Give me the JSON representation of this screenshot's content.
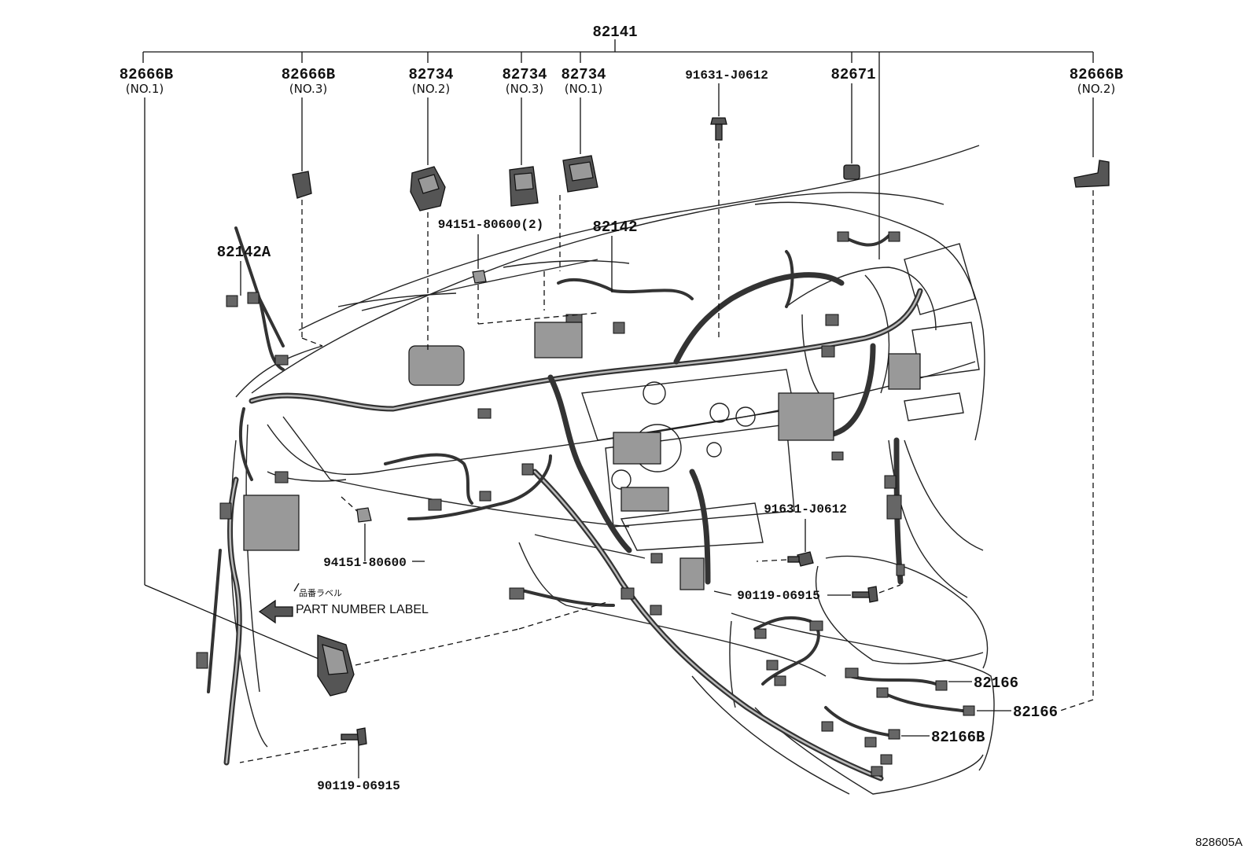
{
  "labels": {
    "main_harness": "82141",
    "p82666b_no1": {
      "num": "82666B",
      "sub": "(NO.1)"
    },
    "p82666b_no3": {
      "num": "82666B",
      "sub": "(NO.3)"
    },
    "p82734_no2": {
      "num": "82734",
      "sub": "(NO.2)"
    },
    "p82734_no3": {
      "num": "82734",
      "sub": "(NO.3)"
    },
    "p82734_no1": {
      "num": "82734",
      "sub": "(NO.1)"
    },
    "bolt_91631_top": "91631-J0612",
    "p82671": "82671",
    "p82666b_no2": {
      "num": "82666B",
      "sub": "(NO.2)"
    },
    "nut_94151_x2": "94151-80600(2)",
    "p82142": "82142",
    "p82142a": "82142A",
    "nut_94151_left": "94151-80600",
    "bolt_91631_mid": "91631-J0612",
    "bolt_90119_right": "90119-06915",
    "bolt_90119_bottom": "90119-06915",
    "label_jp": "品番ラベル",
    "label_en": "PART NUMBER LABEL",
    "p82166_a": "82166",
    "p82166_b": "82166",
    "p82166b": "82166B",
    "diagram_code": "828605A"
  }
}
